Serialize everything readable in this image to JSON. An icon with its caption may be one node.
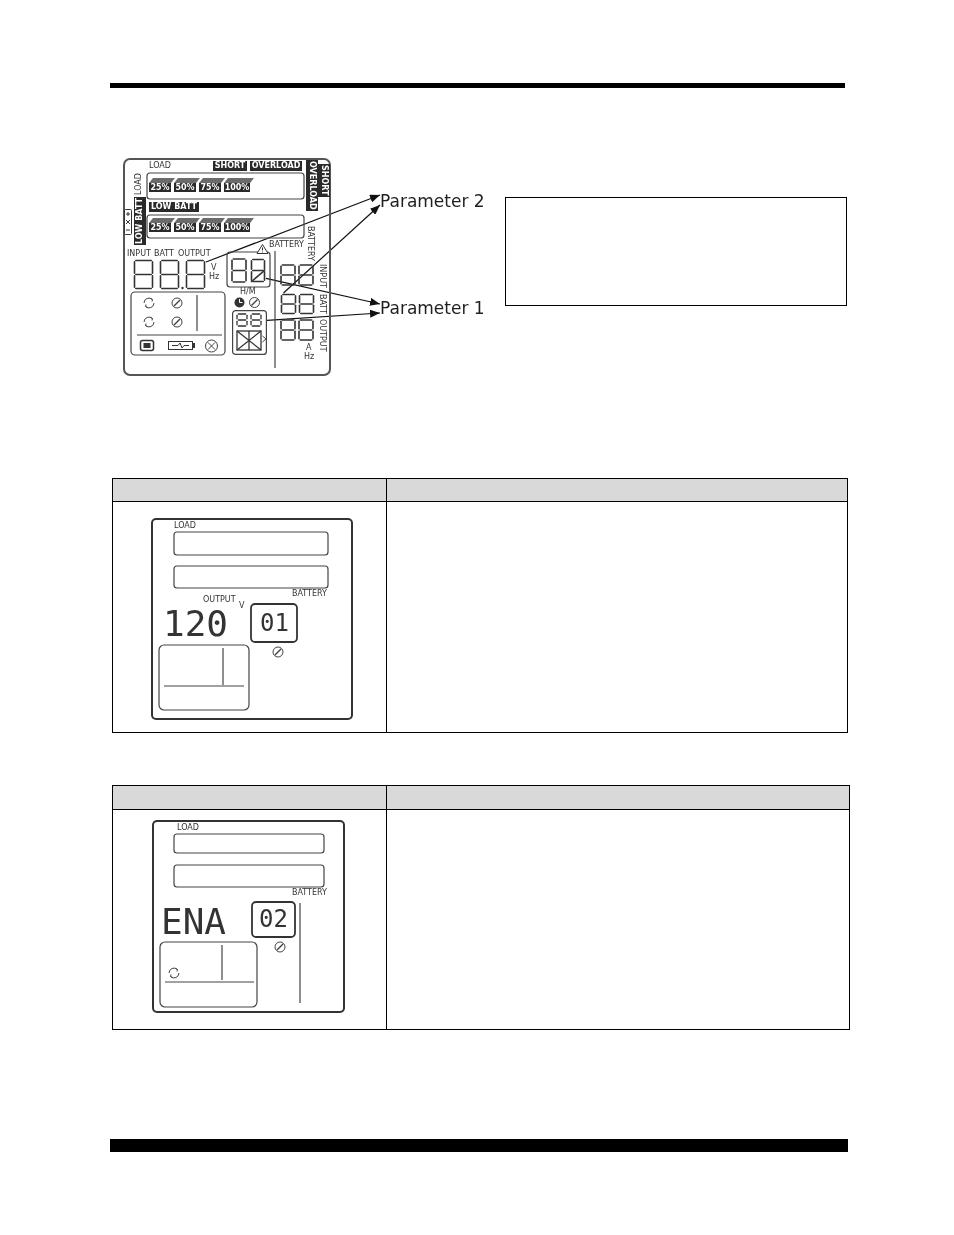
{
  "diagram": {
    "nodes": [
      {
        "text": [
          "LOAD",
          "SHORT",
          "OVERLOAD",
          "LOAD",
          "25%",
          "50%",
          "75%",
          "100%",
          "OVERLOAD",
          "SHORT",
          "LOW BATT",
          "LOW BATT",
          "25%",
          "50%",
          "75%",
          "100%",
          "BATTERY",
          "BATTERY",
          "INPUT",
          "BATT",
          "OUTPUT",
          "V",
          "Hz",
          "INPUT",
          "H/M",
          "BATT",
          "OUTPUT",
          "A",
          "Hz"
        ]
      },
      {
        "text": [],
        "shape": "picture",
        "in": 0
      },
      {
        "text": [],
        "shape": "picture",
        "in": 0
      },
      {
        "text": [],
        "shape": "picture",
        "in": 0
      },
      {
        "text": [],
        "shape": "picture",
        "in": 0
      },
      {
        "text": [
          "Parameter 2"
        ]
      },
      {
        "text": [
          "Parameter 1"
        ]
      },
      {
        "text": [],
        "shape": "box"
      },
      {
        "text": [
          "LOAD",
          "BATTERY",
          "OUTPUT",
          "V",
          "120",
          "01"
        ]
      },
      {
        "text": [
          "LOAD",
          "BATTERY",
          "ENA",
          "02"
        ]
      }
    ],
    "edges": [
      {
        "from": 1,
        "to": 5,
        "arrow": "to"
      },
      {
        "from": 3,
        "to": 5,
        "arrow": "to"
      },
      {
        "from": 2,
        "to": 6,
        "arrow": "to"
      },
      {
        "from": 4,
        "to": 6,
        "arrow": "to"
      }
    ]
  }
}
